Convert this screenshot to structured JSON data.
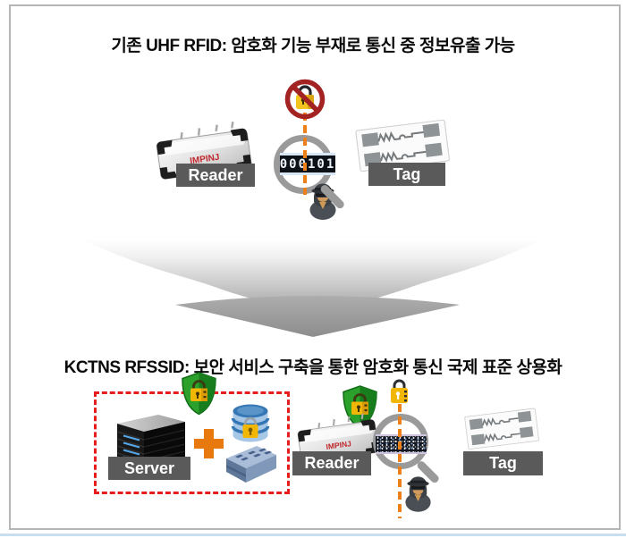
{
  "colors": {
    "frame_border": "#b5b5b5",
    "footer_line": "#c8dff0",
    "label_box_bg": "#5a5a5a",
    "label_text": "#ffffff",
    "orange_accent": "#ee8019",
    "plus_orange": "#e8790f",
    "red_dashed_box": "#e71c1c",
    "shield_green": "#2ba02a",
    "shield_green_dark": "#177d1d",
    "lock_gold": "#f2b705",
    "prohibition_red": "#a32222",
    "magnifier_gray": "#9a9a9a",
    "database_light_blue": "#a7c7e7",
    "database_dark_blue": "#3576b4",
    "brand_red": "#c0272d",
    "arrow_gray": "#a6a6a6"
  },
  "top_section": {
    "title": "기존 UHF RFID: 암호화 기능 부재로 통신 중 정보유출 가능",
    "reader_label": "Reader",
    "reader_brand": "IMPINJ",
    "tag_label": "Tag",
    "plain_data_text": "000101"
  },
  "bottom_section": {
    "title": "KCTNS RFSSID: 보안 서비스 구축을 통한 암호화 통신 국제 표준 상용화",
    "server_label": "Server",
    "reader_label": "Reader",
    "reader_brand": "IMPINJ",
    "tag_label": "Tag"
  }
}
